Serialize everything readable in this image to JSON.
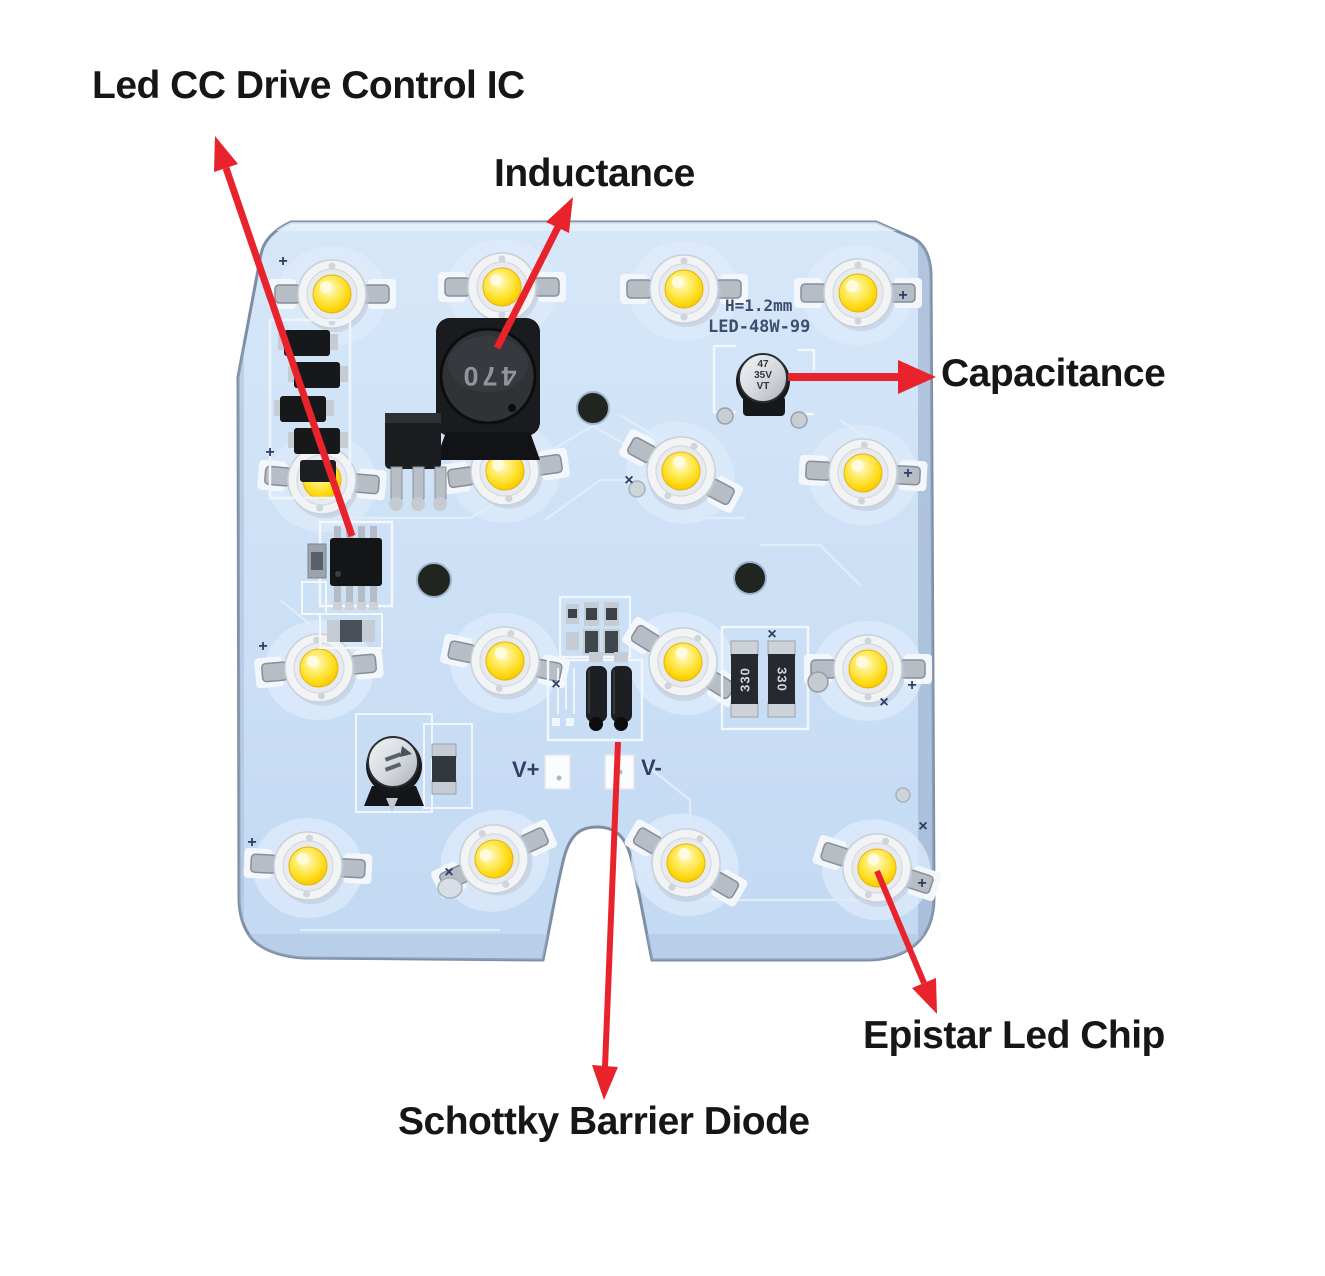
{
  "annotations": {
    "cc_drive_ic": "Led CC Drive Control IC",
    "inductance": "Inductance",
    "capacitance": "Capacitance",
    "epistar_led_chip": "Epistar Led Chip",
    "schottky_diode": "Schottky Barrier Diode"
  },
  "board": {
    "silkscreen": {
      "height_marking": "H=1.2mm",
      "model_marking": "LED-48W-99",
      "v_plus": "V+",
      "v_minus": "V-",
      "plus_mark": "+",
      "x_mark": "×"
    },
    "markings": {
      "inductor": "470",
      "capacitor_lines": [
        "47",
        "35V",
        "VT"
      ],
      "resistor_left": "330",
      "resistor_right": "330"
    },
    "led_count": 16,
    "colors": {
      "pcb": "#c8def4",
      "arrow_red": "#e8232b",
      "label_text": "#161616",
      "led_yellow": "#ffd70e",
      "silkscreen_text": "#2c3d63"
    }
  }
}
